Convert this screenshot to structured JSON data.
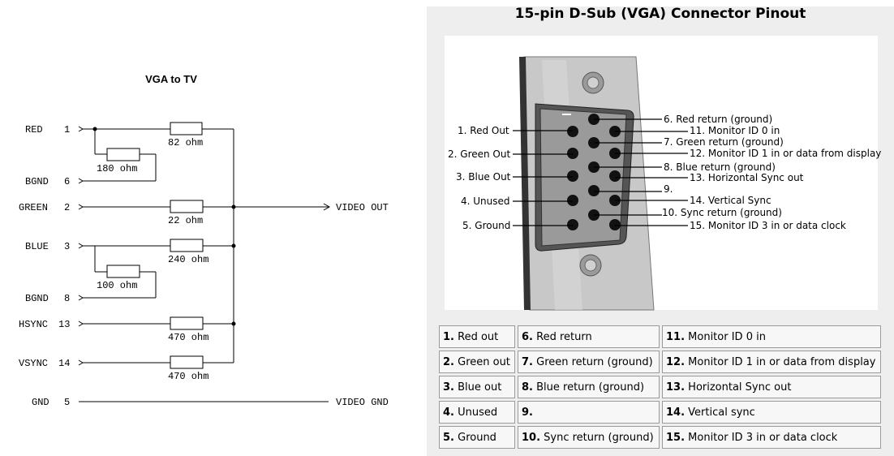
{
  "schematic": {
    "title": "VGA to TV",
    "rows": [
      {
        "label": "RED",
        "pin": "1",
        "resistor": "82 ohm"
      },
      {
        "label": "BGND",
        "pin": "6",
        "resistor": "180 ohm"
      },
      {
        "label": "GREEN",
        "pin": "2",
        "resistor": "22 ohm"
      },
      {
        "label": "BLUE",
        "pin": "3",
        "resistor": "240 ohm"
      },
      {
        "label": "BGND",
        "pin": "8",
        "resistor": "100 ohm"
      },
      {
        "label": "HSYNC",
        "pin": "13",
        "resistor": "470 ohm"
      },
      {
        "label": "VSYNC",
        "pin": "14",
        "resistor": "470 ohm"
      },
      {
        "label": "GND",
        "pin": "5",
        "resistor": ""
      }
    ],
    "video_out": "VIDEO OUT",
    "video_gnd": "VIDEO GND"
  },
  "connector": {
    "title": "15-pin D-Sub (VGA) Connector Pinout",
    "left_labels": [
      "1. Red Out",
      "2. Green Out",
      "3. Blue Out",
      "4. Unused",
      "5. Ground"
    ],
    "right_labels": [
      "6. Red return (ground)",
      "11. Monitor ID 0 in",
      "7. Green return (ground)",
      "12. Monitor ID 1 in or data from display",
      "8. Blue return (ground)",
      "13. Horizontal Sync out",
      "9.",
      "14. Vertical Sync",
      "10. Sync return (ground)",
      "15. Monitor ID 3 in or data clock"
    ]
  },
  "table": [
    [
      {
        "num": "1.",
        "text": " Red out"
      },
      {
        "num": "6.",
        "text": " Red return"
      },
      {
        "num": "11.",
        "text": " Monitor ID 0 in"
      }
    ],
    [
      {
        "num": "2.",
        "text": " Green out"
      },
      {
        "num": "7.",
        "text": " Green return (ground)"
      },
      {
        "num": "12.",
        "text": " Monitor ID 1 in or data from display"
      }
    ],
    [
      {
        "num": "3.",
        "text": " Blue out"
      },
      {
        "num": "8.",
        "text": " Blue return (ground)"
      },
      {
        "num": "13.",
        "text": " Horizontal Sync out"
      }
    ],
    [
      {
        "num": "4.",
        "text": " Unused"
      },
      {
        "num": "9.",
        "text": ""
      },
      {
        "num": "14.",
        "text": " Vertical sync"
      }
    ],
    [
      {
        "num": "5.",
        "text": " Ground"
      },
      {
        "num": "10.",
        "text": " Sync return (ground)"
      },
      {
        "num": "15.",
        "text": " Monitor ID 3 in or data clock"
      }
    ]
  ]
}
